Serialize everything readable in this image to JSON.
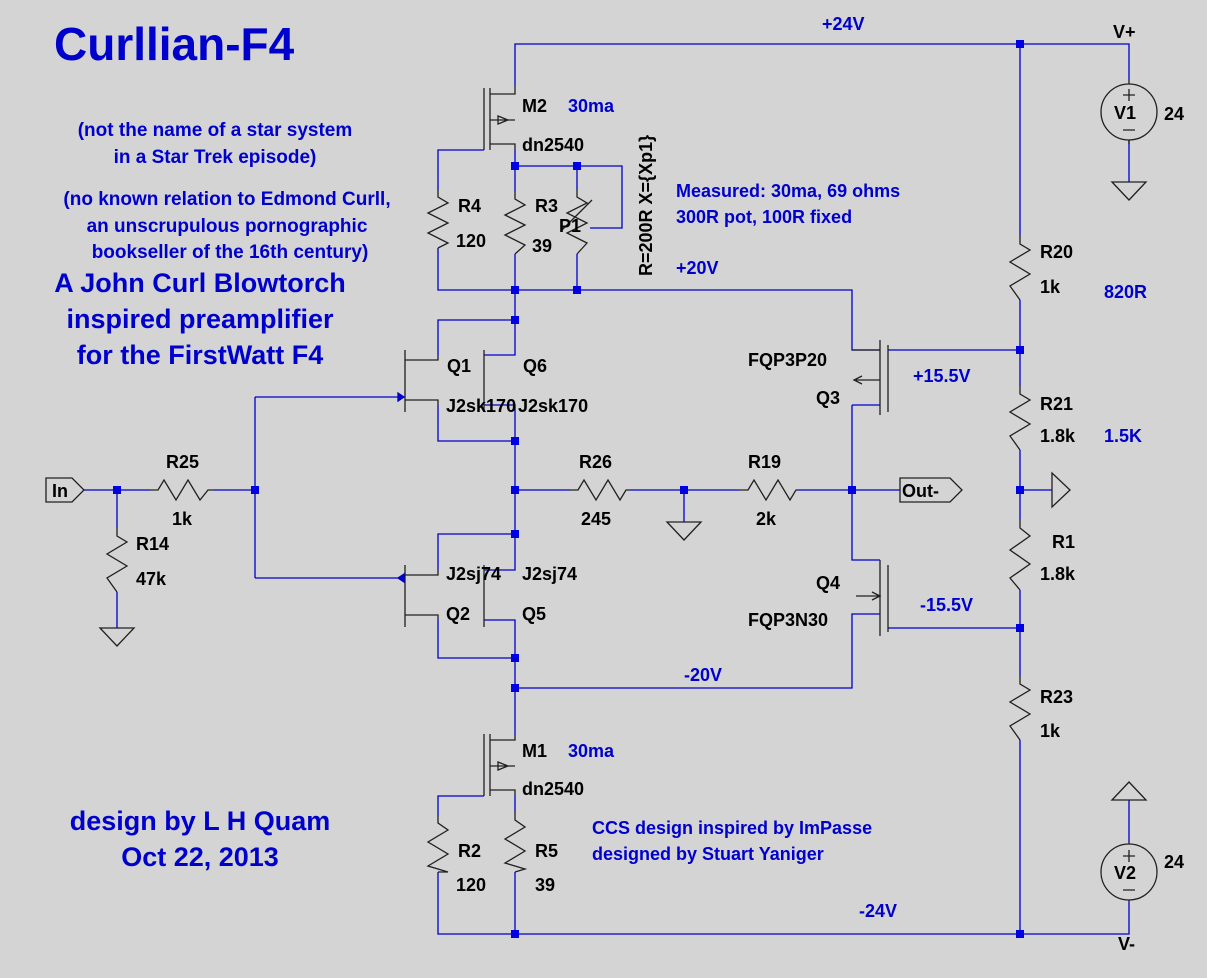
{
  "title": "Curllian-F4",
  "notes": {
    "star_line1": "(not the name of a star system",
    "star_line2": "in a Star Trek episode)",
    "curll_line1": "(no known relation to Edmond Curll,",
    "curll_line2": "an unscrupulous pornographic",
    "curll_line3": "bookseller of the 16th century)",
    "desc_line1": "A John Curl Blowtorch",
    "desc_line2": "inspired preamplifier",
    "desc_line3": "for the FirstWatt F4",
    "design_line1": "design by L H Quam",
    "design_line2": "Oct 22, 2013",
    "ccs_line1": "CCS design inspired by ImPasse",
    "ccs_line2": "designed by Stuart Yaniger",
    "measured_line1": "Measured:  30ma, 69 ohms",
    "measured_line2": "300R pot, 100R fixed"
  },
  "nets": {
    "p24": "+24V",
    "p20": "+20V",
    "p155": "+15.5V",
    "m155": "-15.5V",
    "m20": "-20V",
    "m24": "-24V",
    "vplus": "V+",
    "vminus": "V-"
  },
  "ports": {
    "in": "In",
    "out": "Out-"
  },
  "components": {
    "M2": {
      "name": "M2",
      "model": "dn2540",
      "current": "30ma"
    },
    "M1": {
      "name": "M1",
      "model": "dn2540",
      "current": "30ma"
    },
    "R4": {
      "name": "R4",
      "value": "120"
    },
    "R3": {
      "name": "R3",
      "value": "39"
    },
    "P1": {
      "name": "P1",
      "value": "R=200R X={Xp1}"
    },
    "R2": {
      "name": "R2",
      "value": "120"
    },
    "R5": {
      "name": "R5",
      "value": "39"
    },
    "Q1": {
      "name": "Q1",
      "model": "J2sk170"
    },
    "Q6": {
      "name": "Q6",
      "model": "J2sk170"
    },
    "Q2": {
      "name": "Q2",
      "model": "J2sj74"
    },
    "Q5": {
      "name": "Q5",
      "model": "J2sj74"
    },
    "Q3": {
      "name": "Q3",
      "model": "FQP3P20"
    },
    "Q4": {
      "name": "Q4",
      "model": "FQP3N30"
    },
    "R25": {
      "name": "R25",
      "value": "1k"
    },
    "R14": {
      "name": "R14",
      "value": "47k"
    },
    "R26": {
      "name": "R26",
      "value": "245"
    },
    "R19": {
      "name": "R19",
      "value": "2k"
    },
    "R20": {
      "name": "R20",
      "value": "1k",
      "note": "820R"
    },
    "R21": {
      "name": "R21",
      "value": "1.8k",
      "note": "1.5K"
    },
    "R1": {
      "name": "R1",
      "value": "1.8k"
    },
    "R23": {
      "name": "R23",
      "value": "1k"
    },
    "V1": {
      "name": "V1",
      "value": "24"
    },
    "V2": {
      "name": "V2",
      "value": "24"
    }
  }
}
